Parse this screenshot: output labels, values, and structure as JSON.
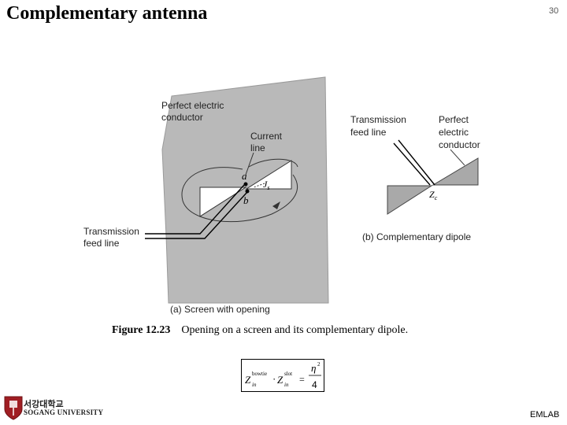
{
  "slide": {
    "title": "Complementary antenna",
    "page_number": "30",
    "lab_name": "EMLAB"
  },
  "figure": {
    "screen_labels": {
      "conductor_line1": "Perfect electric",
      "conductor_line2": "conductor",
      "current_line1": "Current",
      "current_line2": "line",
      "point_a": "a",
      "point_b": "b",
      "current_symbol": "J",
      "current_subscript": "s",
      "feed_line1": "Transmission",
      "feed_line2": "feed line",
      "caption": "(a) Screen with opening"
    },
    "dipole_labels": {
      "feed_line1": "Transmission",
      "feed_line2": "feed line",
      "conductor_line1": "Perfect",
      "conductor_line2": "electric",
      "conductor_line3": "conductor",
      "impedance_symbol": "Z",
      "impedance_subscript": "c",
      "caption": "(b) Complementary dipole"
    },
    "caption_number": "Figure 12.23",
    "caption_text": "Opening on a screen and its complementary dipole."
  },
  "formula": {
    "z1": "Z",
    "z1_sup": "bowtie",
    "z1_sub": "in",
    "dot": "·",
    "z2": "Z",
    "z2_sup": "slot",
    "z2_sub": "in",
    "equals": "=",
    "numerator": "η",
    "numerator_sup": "2",
    "denominator": "4"
  },
  "logo": {
    "korean": "서강대학교",
    "english": "SOGANG UNIVERSITY"
  },
  "colors": {
    "screen_gray": "#b9b9b9",
    "conductor_gray": "#a9a9a9",
    "logo_red": "#a01e23"
  }
}
